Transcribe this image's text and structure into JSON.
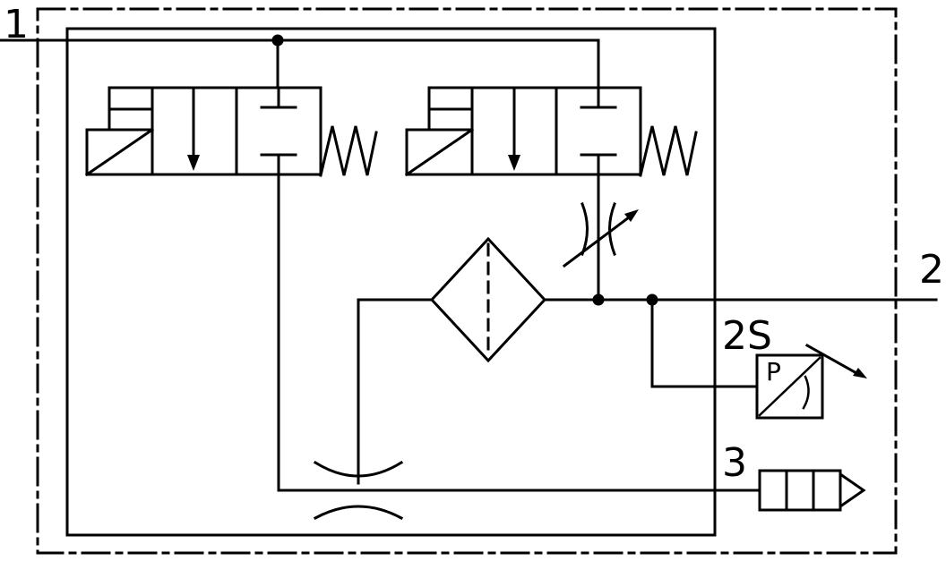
{
  "colors": {
    "line": "#000000",
    "background": "#ffffff"
  },
  "ports": {
    "supply": {
      "label": "1"
    },
    "vacuum": {
      "label": "2"
    },
    "exhaust": {
      "label": "3"
    }
  },
  "sensor": {
    "label": "2S",
    "symbol": "P"
  },
  "components": {
    "valve_vacuum": "solenoid-pilot-valve",
    "valve_blowoff": "solenoid-pilot-valve",
    "filter": "vacuum-filter",
    "flow_control": "adjustable-throttle",
    "ejector": "venturi-nozzle",
    "pressure_sensor": "pressure-sensor",
    "silencer": "silencer"
  }
}
